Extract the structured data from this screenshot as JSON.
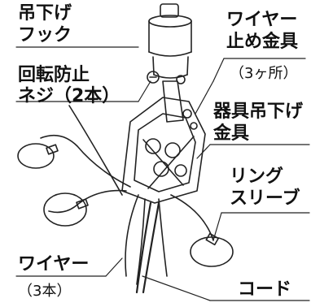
{
  "labels": {
    "hook": [
      "吊下げ",
      "フック"
    ],
    "anti_rotation_screw": [
      "回転防止",
      "ネジ（2本）"
    ],
    "wire_stopper": [
      "ワイヤー",
      "止め金具"
    ],
    "wire_stopper_count": "（3ヶ所）",
    "fixture_bracket": [
      "器具吊下げ",
      "金具"
    ],
    "ring_sleeve": [
      "リング",
      "スリーブ"
    ],
    "wire": "ワイヤー",
    "wire_count": "（3本）",
    "cord": "コード"
  },
  "colors": {
    "ink": "#111111",
    "background": "#ffffff"
  }
}
